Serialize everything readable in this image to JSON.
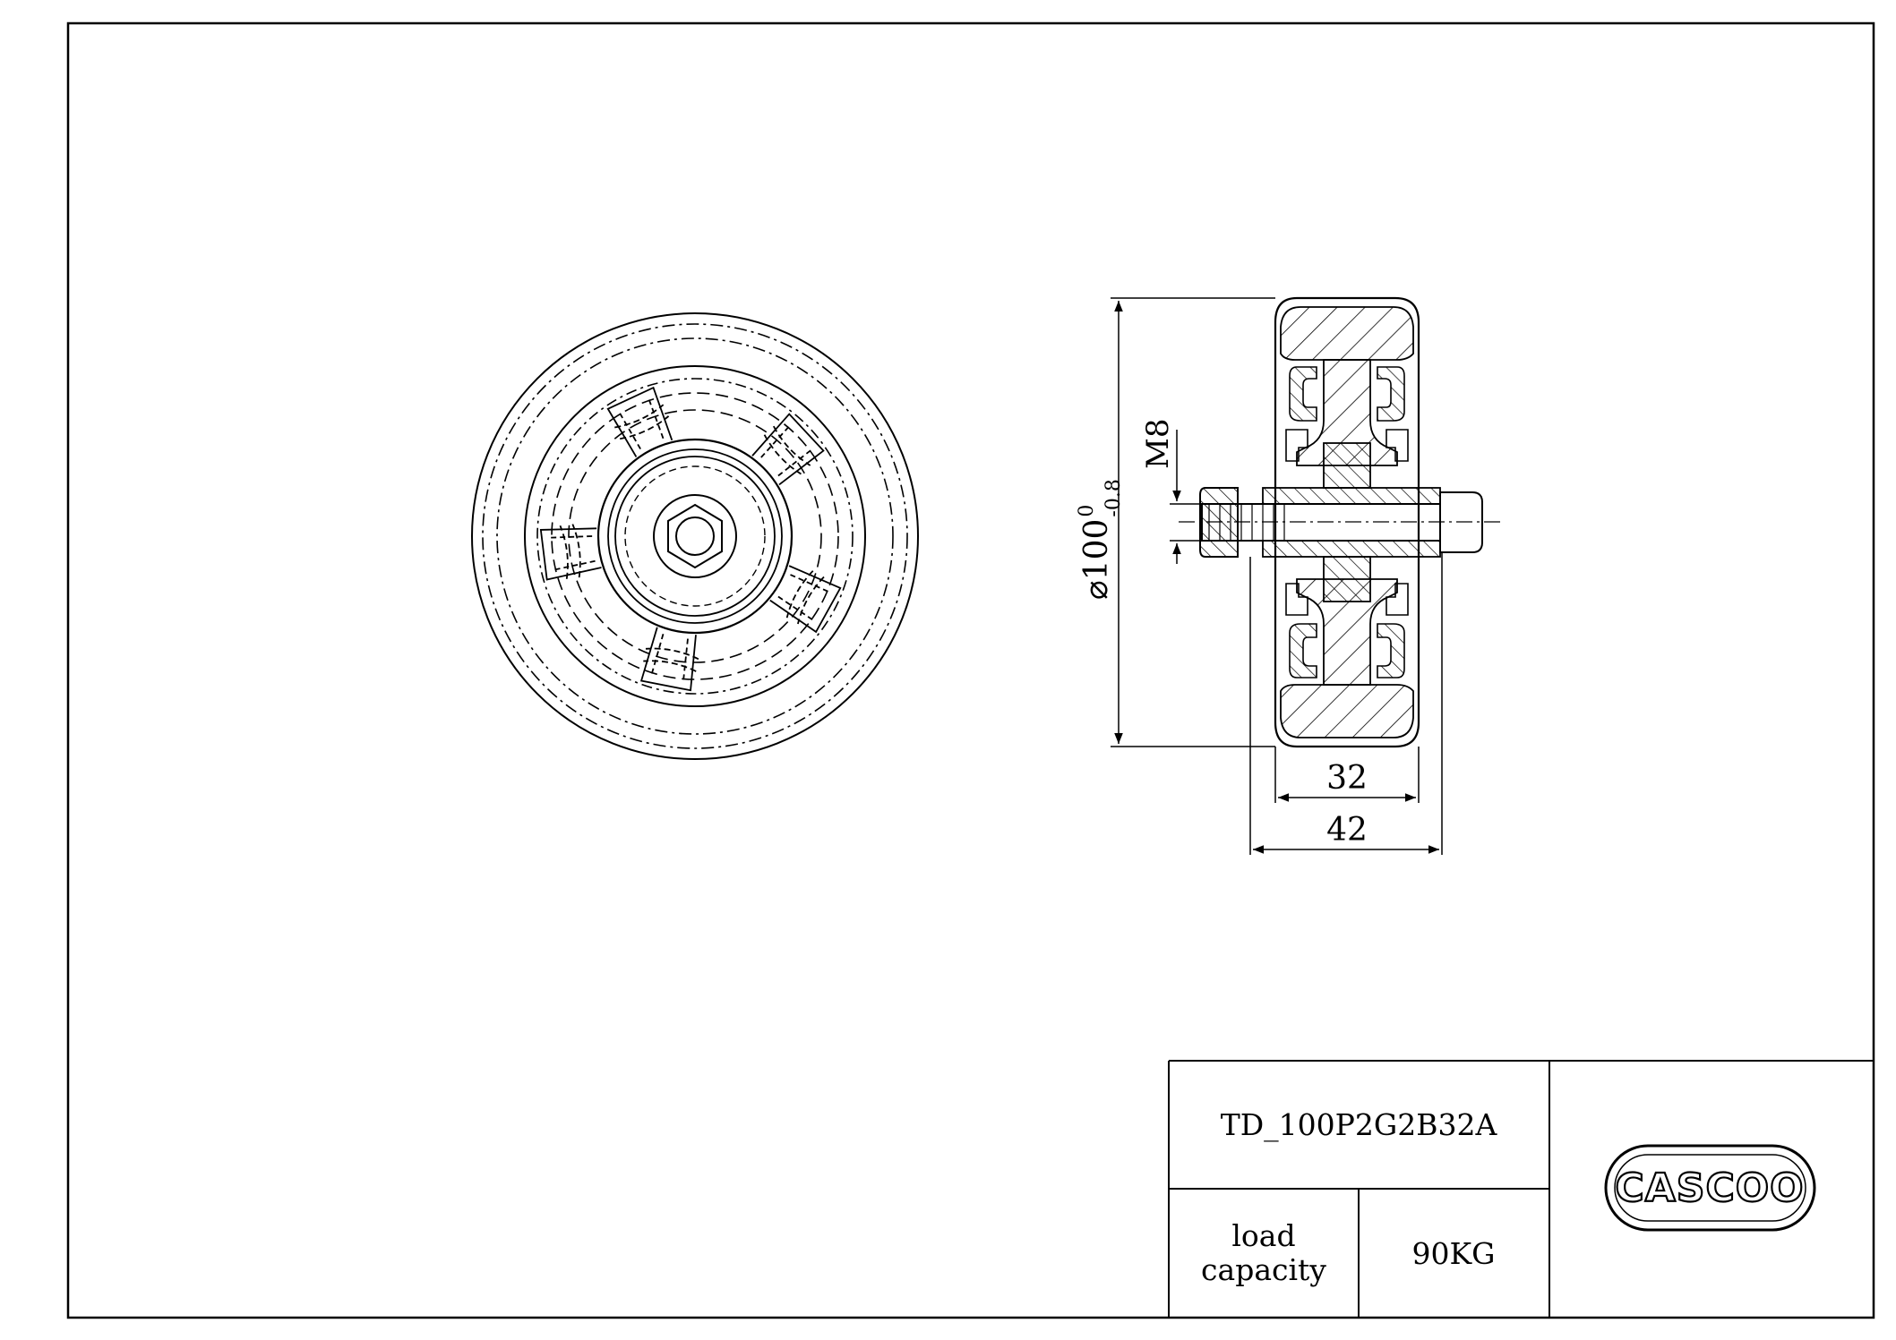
{
  "drawing": {
    "part_number": "TD_100P2G2B32A",
    "load_label_line1": "load",
    "load_label_line2": "capacity",
    "load_value": "90KG",
    "logo_text": "CASCOO"
  },
  "dimensions": {
    "diameter_symbol": "⌀",
    "diameter_value": "100",
    "diameter_tol_upper": "0",
    "diameter_tol_lower": "-0.8",
    "thread": "M8",
    "inner_width": "32",
    "outer_width": "42"
  }
}
